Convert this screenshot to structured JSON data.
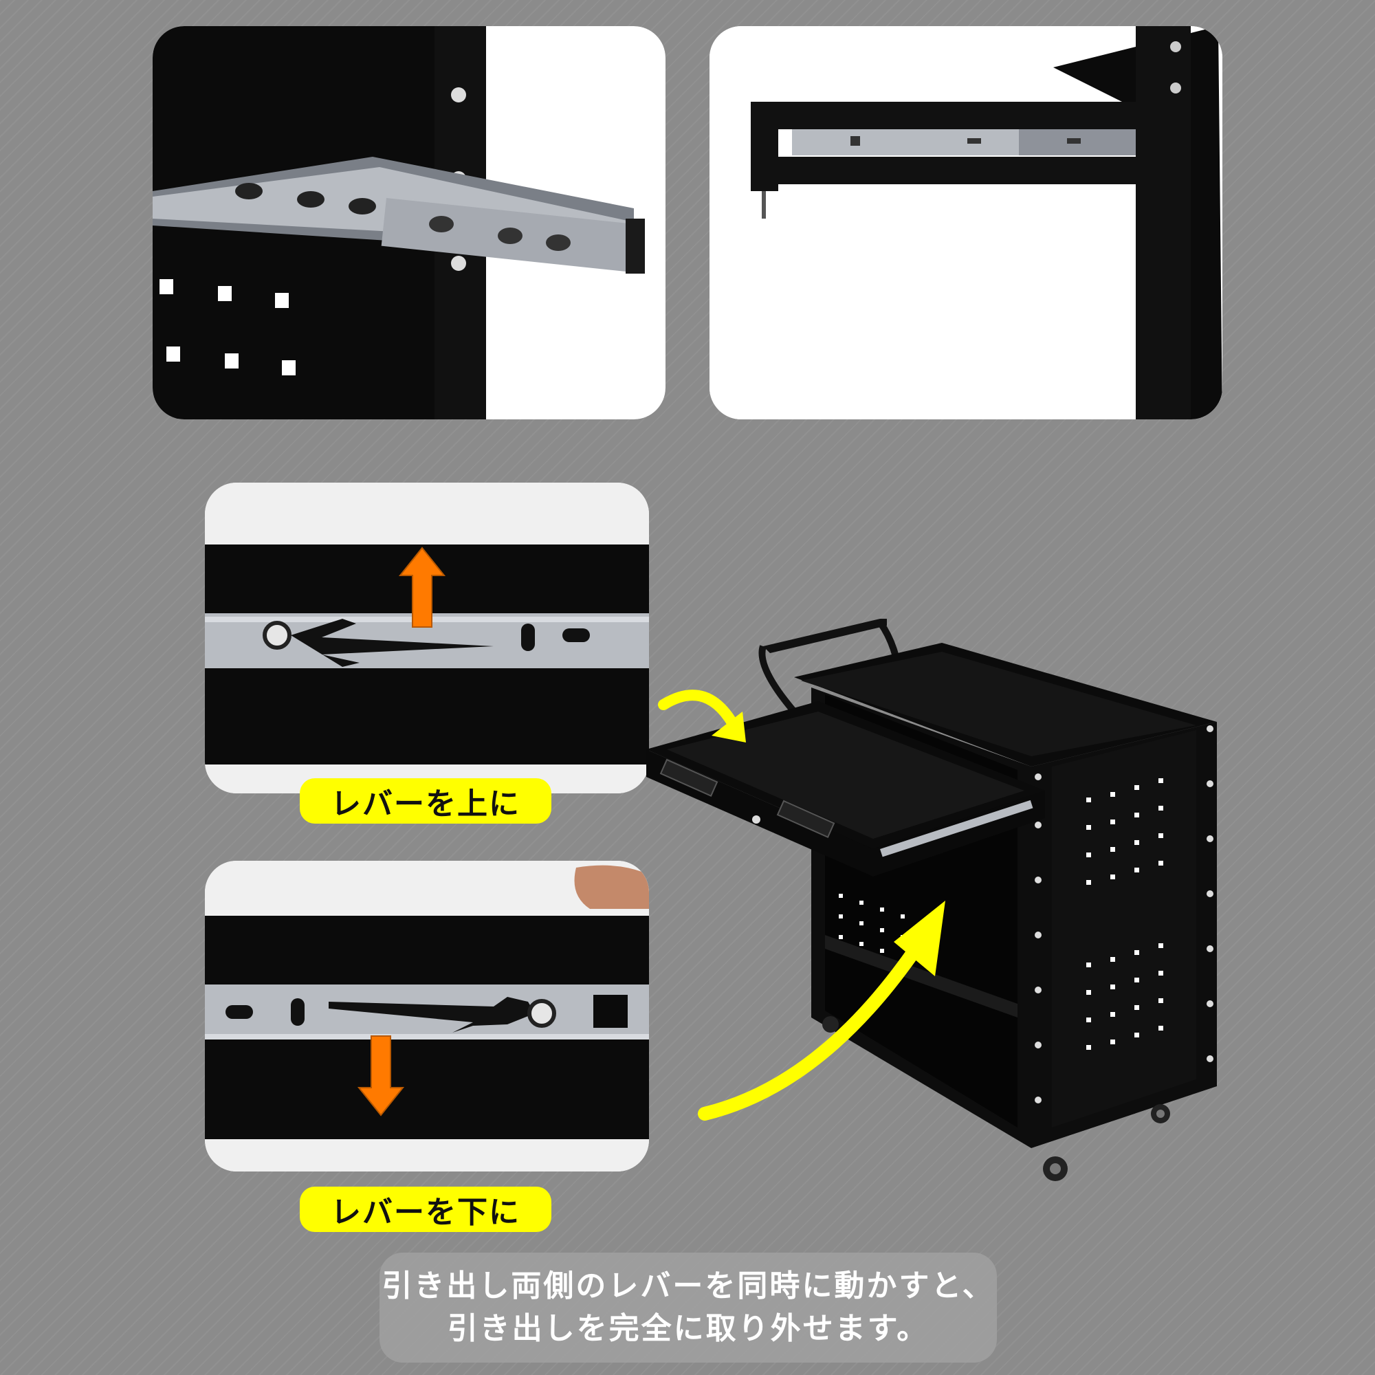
{
  "labels": {
    "lever_up": "レバーを上に",
    "lever_down": "レバーを下に"
  },
  "caption": {
    "line1": "引き出し両側のレバーを同時に動かすと、",
    "line2": "引き出しを完全に取り外せます。"
  },
  "colors": {
    "background": "#8b8b8b",
    "label_bg": "#ffff00",
    "orange_arrow": "#ff7a00",
    "yellow_arrow": "#ffff00",
    "caption_bg": "#a0a0a0"
  },
  "icons": {
    "up_arrow": "orange-up-arrow-icon",
    "down_arrow": "orange-down-arrow-icon",
    "curved_arrow_top": "yellow-curved-arrow-icon",
    "curved_arrow_bottom": "yellow-curved-arrow-icon"
  }
}
